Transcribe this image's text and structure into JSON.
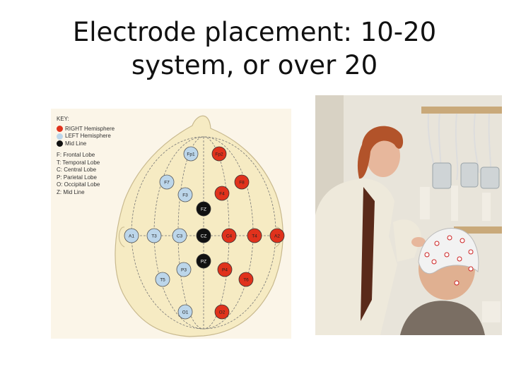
{
  "title": {
    "line1": "Electrode placement: 10-20",
    "line2": "system, or over 20"
  },
  "diagram": {
    "key_header": "KEY:",
    "legend": [
      {
        "label": "RIGHT Hemisphere",
        "color": "#e0321c"
      },
      {
        "label": "LEFT Hemisphere",
        "color": "#bcd6ea"
      },
      {
        "label": "Mid Line",
        "color": "#111111"
      }
    ],
    "lobes": [
      "F: Frontal Lobe",
      "T: Temporal Lobe",
      "C: Central Lobe",
      "P: Parietal Lobe",
      "O: Occipital Lobe",
      "Z: Mid Line"
    ],
    "electrodes": [
      {
        "label": "Fp1",
        "side": "left"
      },
      {
        "label": "Fp2",
        "side": "right"
      },
      {
        "label": "F7",
        "side": "left"
      },
      {
        "label": "F8",
        "side": "right"
      },
      {
        "label": "F3",
        "side": "left"
      },
      {
        "label": "F4",
        "side": "right"
      },
      {
        "label": "FZ",
        "side": "mid"
      },
      {
        "label": "A1",
        "side": "left"
      },
      {
        "label": "T3",
        "side": "left"
      },
      {
        "label": "C3",
        "side": "left"
      },
      {
        "label": "CZ",
        "side": "mid"
      },
      {
        "label": "C4",
        "side": "right"
      },
      {
        "label": "T4",
        "side": "right"
      },
      {
        "label": "A2",
        "side": "right"
      },
      {
        "label": "P3",
        "side": "left"
      },
      {
        "label": "PZ",
        "side": "mid"
      },
      {
        "label": "P4",
        "side": "right"
      },
      {
        "label": "T5",
        "side": "left"
      },
      {
        "label": "T6",
        "side": "right"
      },
      {
        "label": "O1",
        "side": "left"
      },
      {
        "label": "O2",
        "side": "right"
      }
    ]
  },
  "colors": {
    "right": "#e0321c",
    "left": "#bcd6ea",
    "mid": "#111111",
    "head_fill": "#f6ebc3",
    "head_stroke": "#c8b98e"
  }
}
